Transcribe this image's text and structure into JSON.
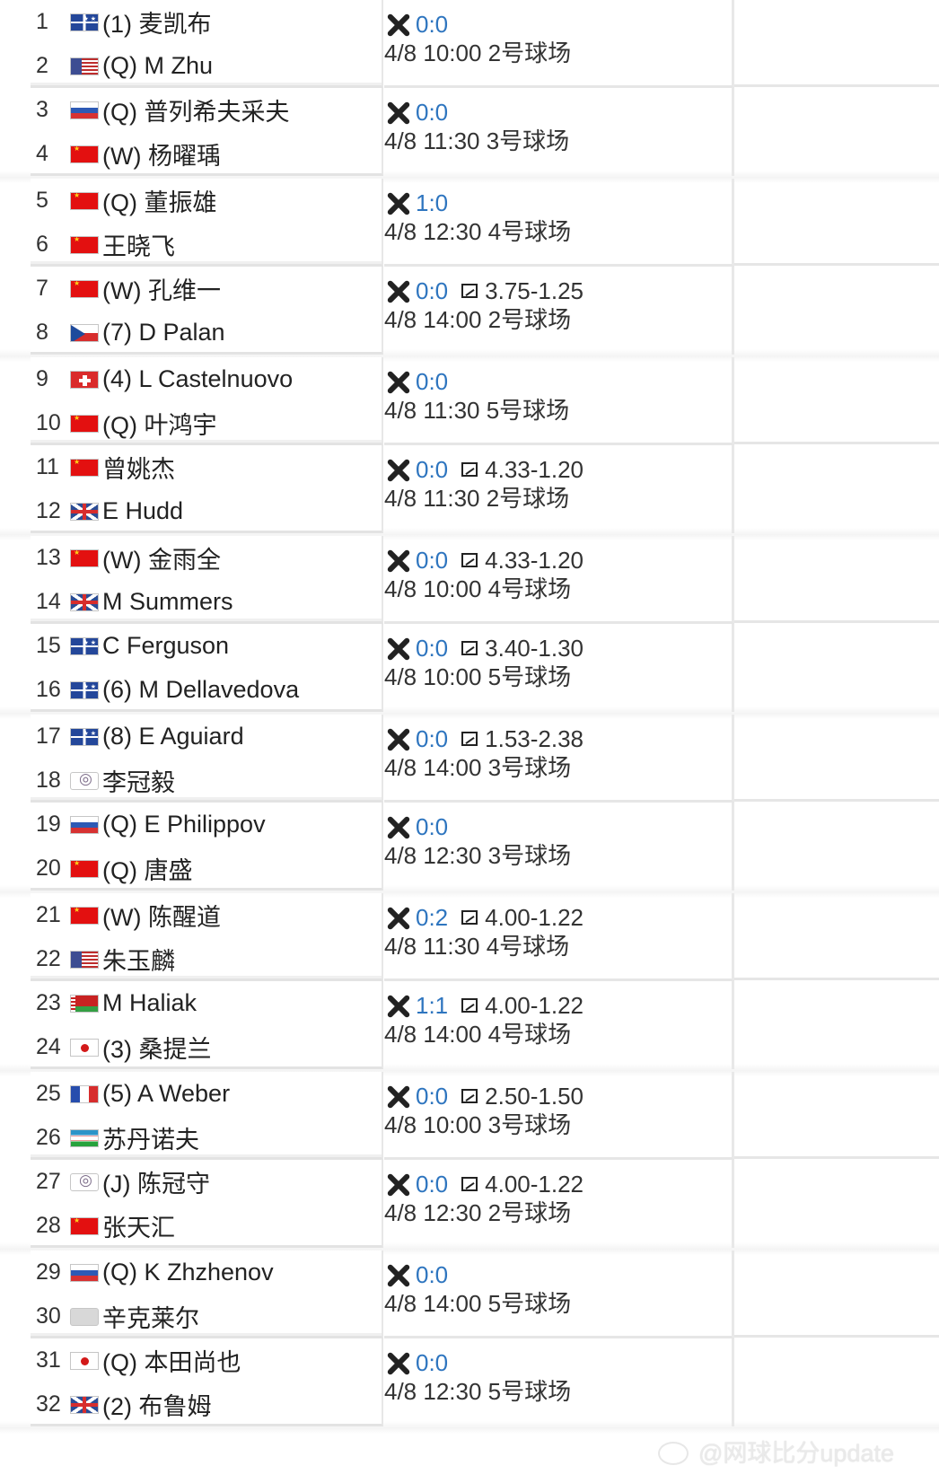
{
  "players": [
    {
      "num": "1",
      "flag": "au",
      "text": "(1) 麦凯布"
    },
    {
      "num": "2",
      "flag": "us",
      "text": "(Q) M Zhu"
    },
    {
      "num": "3",
      "flag": "ru",
      "text": "(Q) 普列希夫采夫"
    },
    {
      "num": "4",
      "flag": "cn",
      "text": "(W) 杨曜瑀"
    },
    {
      "num": "5",
      "flag": "cn",
      "text": "(Q) 董振雄"
    },
    {
      "num": "6",
      "flag": "cn",
      "text": "王晓飞"
    },
    {
      "num": "7",
      "flag": "cn",
      "text": "(W) 孔维一"
    },
    {
      "num": "8",
      "flag": "cz",
      "text": "(7) D Palan"
    },
    {
      "num": "9",
      "flag": "ch",
      "text": "(4) L Castelnuovo"
    },
    {
      "num": "10",
      "flag": "cn",
      "text": "(Q) 叶鸿宇"
    },
    {
      "num": "11",
      "flag": "cn",
      "text": "曾姚杰"
    },
    {
      "num": "12",
      "flag": "gb",
      "text": "E Hudd"
    },
    {
      "num": "13",
      "flag": "cn",
      "text": "(W) 金雨全"
    },
    {
      "num": "14",
      "flag": "gb",
      "text": "M Summers"
    },
    {
      "num": "15",
      "flag": "au",
      "text": "C Ferguson"
    },
    {
      "num": "16",
      "flag": "au",
      "text": "(6) M Dellavedova"
    },
    {
      "num": "17",
      "flag": "au",
      "text": "(8) E Aguiard"
    },
    {
      "num": "18",
      "flag": "tw",
      "text": "李冠毅"
    },
    {
      "num": "19",
      "flag": "ru",
      "text": "(Q) E Philippov"
    },
    {
      "num": "20",
      "flag": "cn",
      "text": "(Q) 唐盛"
    },
    {
      "num": "21",
      "flag": "cn",
      "text": "(W) 陈醒道"
    },
    {
      "num": "22",
      "flag": "us",
      "text": "朱玉麟"
    },
    {
      "num": "23",
      "flag": "by",
      "text": "M Haliak"
    },
    {
      "num": "24",
      "flag": "jp",
      "text": "(3) 桑提兰"
    },
    {
      "num": "25",
      "flag": "fr",
      "text": "(5) A Weber"
    },
    {
      "num": "26",
      "flag": "uz",
      "text": "苏丹诺夫"
    },
    {
      "num": "27",
      "flag": "tw",
      "text": "(J) 陈冠守"
    },
    {
      "num": "28",
      "flag": "cn",
      "text": "张天汇"
    },
    {
      "num": "29",
      "flag": "ru",
      "text": "(Q) K Zhzhenov"
    },
    {
      "num": "30",
      "flag": "unknown",
      "text": "辛克莱尔"
    },
    {
      "num": "31",
      "flag": "jp",
      "text": "(Q) 本田尚也"
    },
    {
      "num": "32",
      "flag": "gb",
      "text": "(2) 布鲁姆"
    }
  ],
  "matches": [
    {
      "score": "0:0",
      "odds": "",
      "time": "4/8 10:00 2号球场"
    },
    {
      "score": "0:0",
      "odds": "",
      "time": "4/8 11:30 3号球场"
    },
    {
      "score": "1:0",
      "odds": "",
      "time": "4/8 12:30 4号球场"
    },
    {
      "score": "0:0",
      "odds": "3.75-1.25",
      "time": "4/8 14:00 2号球场"
    },
    {
      "score": "0:0",
      "odds": "",
      "time": "4/8 11:30 5号球场"
    },
    {
      "score": "0:0",
      "odds": "4.33-1.20",
      "time": "4/8 11:30 2号球场"
    },
    {
      "score": "0:0",
      "odds": "4.33-1.20",
      "time": "4/8 10:00 4号球场"
    },
    {
      "score": "0:0",
      "odds": "3.40-1.30",
      "time": "4/8 10:00 5号球场"
    },
    {
      "score": "0:0",
      "odds": "1.53-2.38",
      "time": "4/8 14:00 3号球场"
    },
    {
      "score": "0:0",
      "odds": "",
      "time": "4/8 12:30 3号球场"
    },
    {
      "score": "0:2",
      "odds": "4.00-1.22",
      "time": "4/8 11:30 4号球场"
    },
    {
      "score": "1:1",
      "odds": "4.00-1.22",
      "time": "4/8 14:00 4号球场"
    },
    {
      "score": "0:0",
      "odds": "2.50-1.50",
      "time": "4/8 10:00 3号球场"
    },
    {
      "score": "0:0",
      "odds": "4.00-1.22",
      "time": "4/8 12:30 2号球场"
    },
    {
      "score": "0:0",
      "odds": "",
      "time": "4/8 14:00 5号球场"
    },
    {
      "score": "0:0",
      "odds": "",
      "time": "4/8 12:30 5号球场"
    }
  ],
  "watermark": "@网球比分update",
  "colors": {
    "score": "#2e75bf",
    "text": "#222222",
    "border": "#e6e6e6"
  }
}
